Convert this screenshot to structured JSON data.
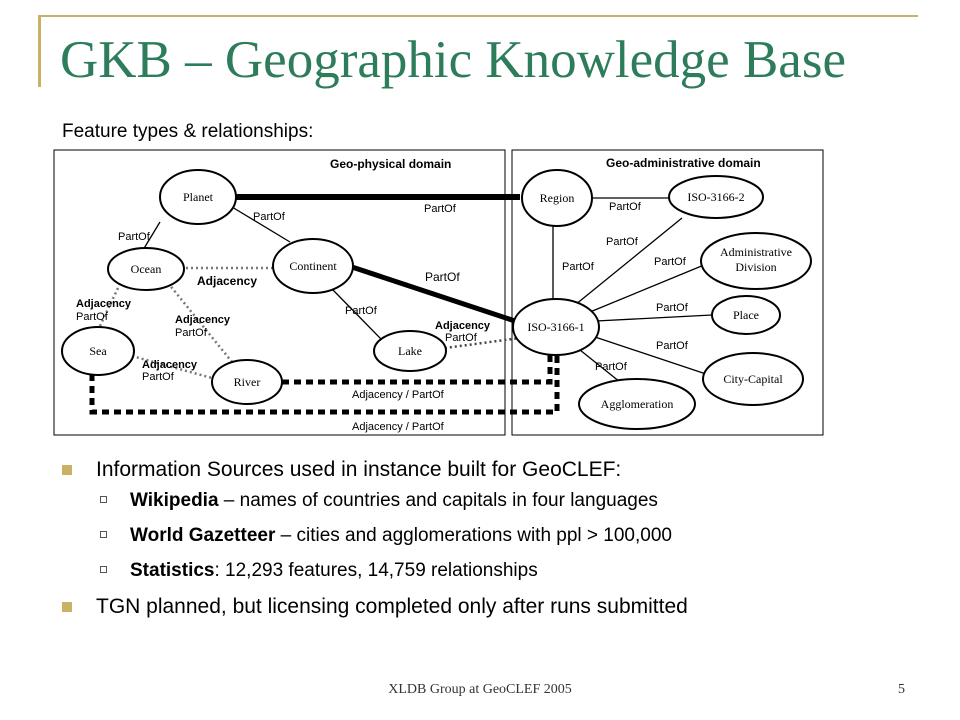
{
  "slide": {
    "title": "GKB – Geographic Knowledge Base",
    "subtitle": "Feature types & relationships:",
    "footer": "XLDB Group at GeoCLEF 2005",
    "page_number": "5"
  },
  "colors": {
    "title": "#2d7c5a",
    "accent": "#c9b263"
  },
  "diagram": {
    "domains": [
      "Geo-physical domain",
      "Geo-administrative domain"
    ],
    "nodes": {
      "planet": "Planet",
      "ocean": "Ocean",
      "continent": "Continent",
      "sea": "Sea",
      "lake": "Lake",
      "river": "River",
      "region": "Region",
      "iso2": "ISO-3166-2",
      "iso1": "ISO-3166-1",
      "admin_line1": "Administrative",
      "admin_line2": "Division",
      "place": "Place",
      "city": "City-Capital",
      "agglomeration": "Agglomeration"
    },
    "labels": {
      "partof": "PartOf",
      "adjacency": "Adjacency",
      "adjacency_partof": "Adjacency / PartOf"
    }
  },
  "bullets": [
    {
      "text": "Information Sources used in instance built for GeoCLEF:"
    },
    {
      "bold": "Wikipedia",
      "text": " – names of countries and capitals in four languages"
    },
    {
      "bold": "World Gazetteer",
      "text": " – cities and agglomerations with ppl > 100,000"
    },
    {
      "bold": "Statistics",
      "text": ": 12,293 features, 14,759 relationships"
    },
    {
      "text": "TGN planned, but licensing completed only after runs submitted"
    }
  ]
}
